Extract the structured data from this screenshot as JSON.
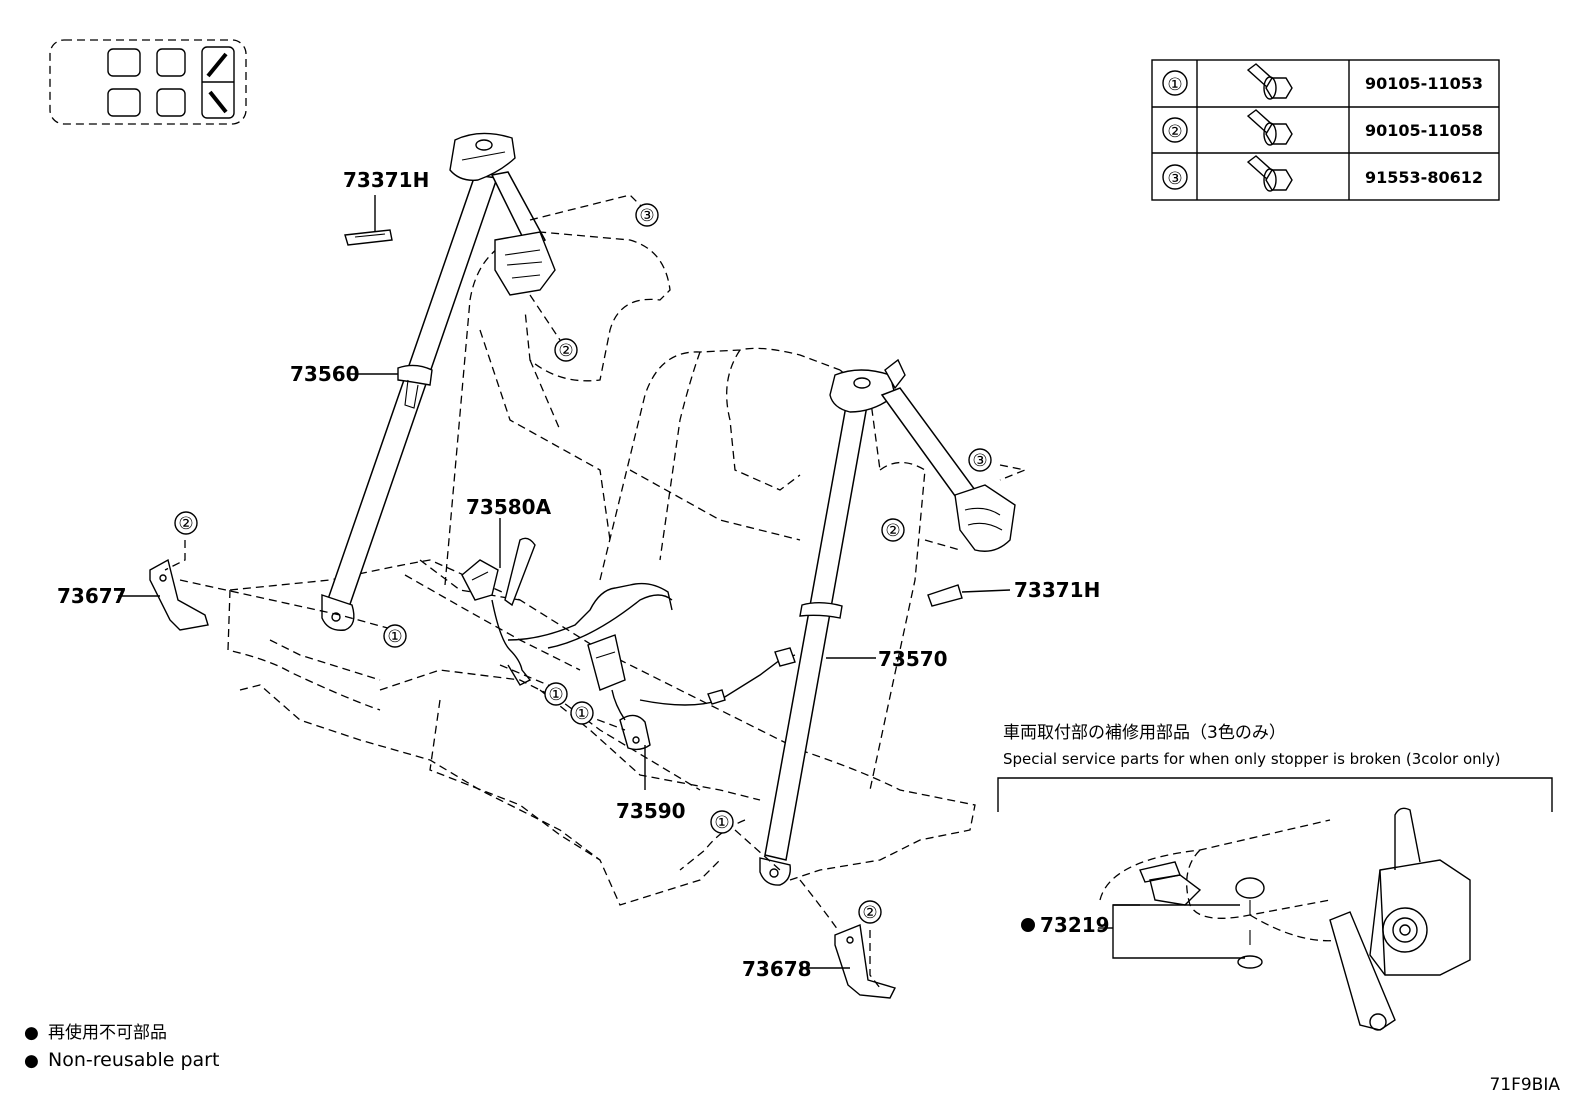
{
  "bolt_table": {
    "rows": [
      {
        "ref": "①",
        "part_number": "90105-11053",
        "icon": "flange-bolt-icon"
      },
      {
        "ref": "②",
        "part_number": "90105-11058",
        "icon": "flange-bolt-icon"
      },
      {
        "ref": "③",
        "part_number": "91553-80612",
        "icon": "flange-bolt-icon"
      }
    ]
  },
  "part_labels": {
    "p73371h_a": "73371H",
    "p73560": "73560",
    "p73580a": "73580A",
    "p73677": "73677",
    "p73371h_b": "73371H",
    "p73570": "73570",
    "p73590": "73590",
    "p73678": "73678",
    "p73219": "73219"
  },
  "circle_refs": {
    "one": "①",
    "two": "②",
    "three": "③"
  },
  "inset": {
    "title_ja": "車両取付部の補修用部品（3色のみ）",
    "title_en": "Special service parts for when only stopper is broken (3color only)"
  },
  "legend": {
    "bullet": "●",
    "ja": "再使用不可部品",
    "en": "Non-reusable part"
  },
  "diagram_code": "71F9BIA"
}
